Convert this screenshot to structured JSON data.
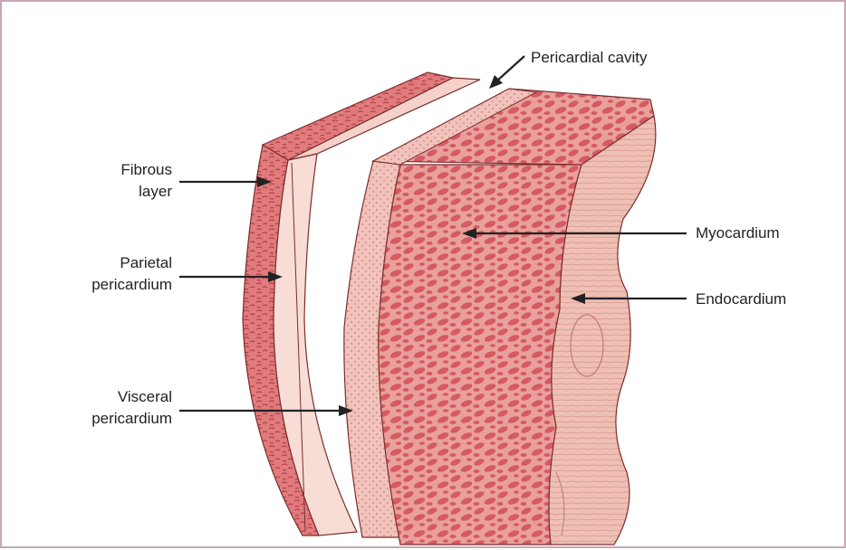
{
  "labels": {
    "pericardial_cavity": "Pericardial cavity",
    "fibrous_layer_line1": "Fibrous",
    "fibrous_layer_line2": "layer",
    "parietal_line1": "Parietal",
    "parietal_line2": "pericardium",
    "visceral_line1": "Visceral",
    "visceral_line2": "pericardium",
    "myocardium": "Myocardium",
    "endocardium": "Endocardium"
  },
  "colors": {
    "frame_border": "#c9a6b6",
    "muscle_dark": "#d9646a",
    "muscle_mid": "#e48b8c",
    "tissue_light": "#f2c7c1",
    "parietal_pale": "#f7ddd6",
    "endocardium": "#edb8ab",
    "outline": "#7a2e2e",
    "arrow": "#222222"
  }
}
